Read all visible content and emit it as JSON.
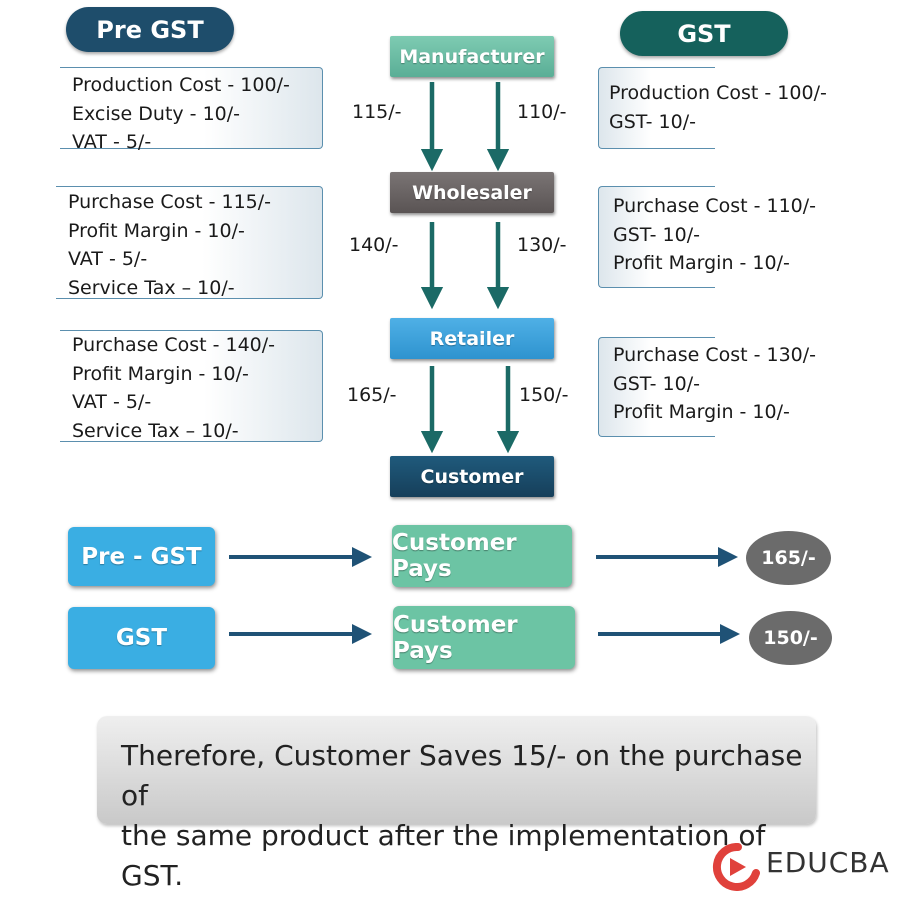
{
  "headers": {
    "pre_gst": "Pre GST",
    "gst": "GST"
  },
  "chain": {
    "manufacturer": "Manufacturer",
    "wholesaler": "Wholesaler",
    "retailer": "Retailer",
    "customer": "Customer"
  },
  "pre_gst_boxes": [
    [
      "Production Cost - 100/-",
      "Excise Duty - 10/-",
      "VAT - 5/-"
    ],
    [
      "Purchase Cost - 115/-",
      "Profit Margin - 10/-",
      "VAT - 5/-",
      "Service Tax – 10/-"
    ],
    [
      "Purchase Cost - 140/-",
      "Profit Margin - 10/-",
      "VAT - 5/-",
      "Service Tax – 10/-"
    ]
  ],
  "gst_boxes": [
    [
      "Production Cost - 100/-",
      "GST- 10/-"
    ],
    [
      "Purchase Cost - 110/-",
      "GST- 10/-",
      "Profit Margin - 10/-"
    ],
    [
      "Purchase Cost - 130/-",
      "GST- 10/-",
      "Profit Margin - 10/-"
    ]
  ],
  "amounts_pre": [
    "115/-",
    "140/-",
    "165/-"
  ],
  "amounts_gst": [
    "110/-",
    "130/-",
    "150/-"
  ],
  "comparison": [
    {
      "label": "Pre - GST",
      "pays": "Customer Pays",
      "total": "165/-"
    },
    {
      "label": "GST",
      "pays": "Customer Pays",
      "total": "150/-"
    }
  ],
  "conclusion": [
    "Therefore, Customer Saves 15/- on the purchase of",
    "the same product after the implementation of GST."
  ],
  "logo": {
    "text": "EDUCBA",
    "icon": "educba-play-icon"
  },
  "colors": {
    "arrow": "#1b6a66",
    "pre_pill": "#1e4d6b",
    "gst_pill": "#15615c",
    "label_box": "#3aaee3",
    "pay_box": "#6cc4a4",
    "oval": "#6b6b6b",
    "h_arrow": "#1f5276"
  }
}
